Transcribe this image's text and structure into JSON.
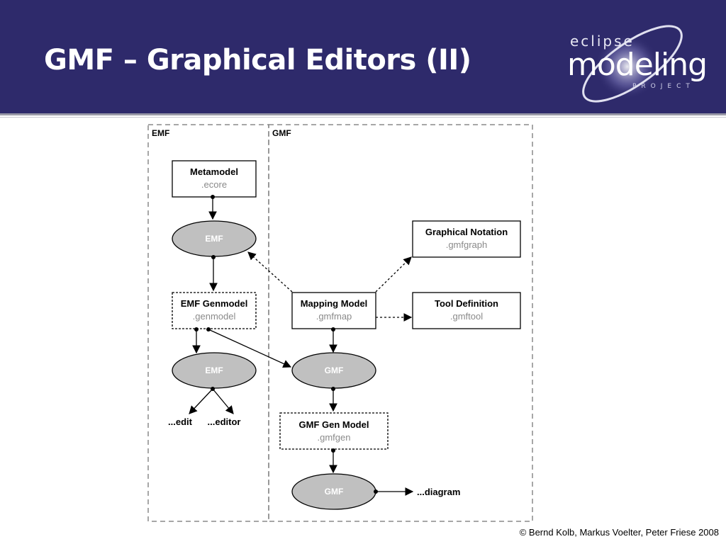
{
  "slide": {
    "title": "GMF – Graphical Editors (II)",
    "footer": "© Bernd Kolb, Markus Voelter, Peter Friese 2008"
  },
  "logo": {
    "eclipse": "eclipse",
    "modeling": "modeling",
    "project": "PROJECT"
  },
  "diagram": {
    "regions": {
      "emf": "EMF",
      "gmf": "GMF"
    },
    "boxes": {
      "metamodel": {
        "title": "Metamodel",
        "sub": ".ecore"
      },
      "emf_genmodel": {
        "title": "EMF Genmodel",
        "sub": ".genmodel"
      },
      "graphical_notation": {
        "title": "Graphical Notation",
        "sub": ".gmfgraph"
      },
      "mapping_model": {
        "title": "Mapping Model",
        "sub": ".gmfmap"
      },
      "tool_definition": {
        "title": "Tool Definition",
        "sub": ".gmftool"
      },
      "gmf_gen_model": {
        "title": "GMF Gen Model",
        "sub": ".gmfgen"
      }
    },
    "ellipses": {
      "emf_1": "EMF",
      "emf_2": "EMF",
      "gmf_1": "GMF",
      "gmf_2": "GMF"
    },
    "outputs": {
      "edit": "...edit",
      "editor": "...editor",
      "diagram": "...diagram"
    }
  },
  "colors": {
    "header_bg": "#2e2a6b",
    "ellipse_fill": "#c0c0c0",
    "sub_text": "#8a8a8a",
    "region_border": "#8a8a8a"
  }
}
